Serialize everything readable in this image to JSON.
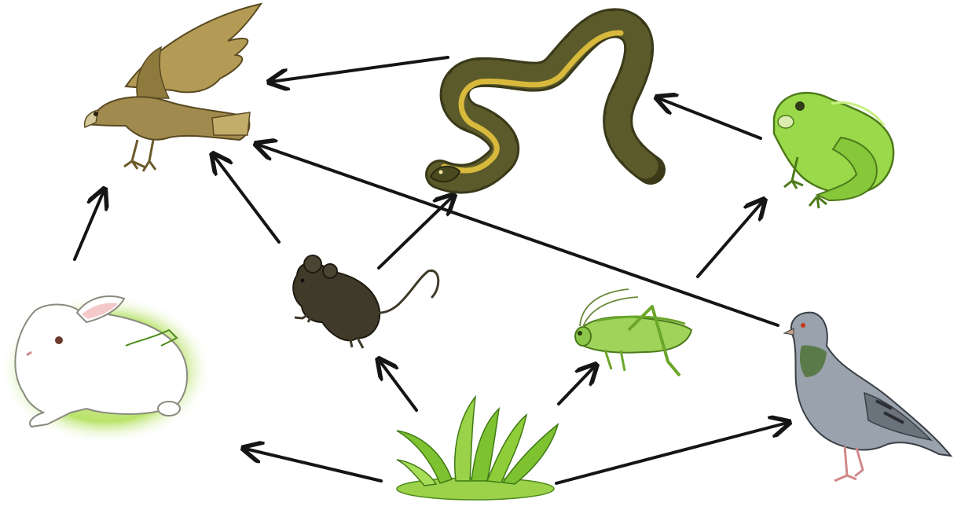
{
  "diagram": {
    "organisms": [
      {
        "id": "hawk",
        "icon": "hawk-icon"
      },
      {
        "id": "snake",
        "icon": "snake-icon"
      },
      {
        "id": "frog",
        "icon": "frog-icon"
      },
      {
        "id": "rabbit",
        "icon": "rabbit-icon"
      },
      {
        "id": "mouse",
        "icon": "mouse-icon"
      },
      {
        "id": "grasshopper",
        "icon": "grasshopper-icon"
      },
      {
        "id": "pigeon",
        "icon": "pigeon-icon"
      },
      {
        "id": "grass",
        "icon": "grass-icon"
      }
    ],
    "feeding_links": [
      {
        "from": "snake",
        "to": "hawk"
      },
      {
        "from": "frog",
        "to": "snake"
      },
      {
        "from": "rabbit",
        "to": "hawk"
      },
      {
        "from": "mouse",
        "to": "hawk"
      },
      {
        "from": "mouse",
        "to": "snake"
      },
      {
        "from": "pigeon",
        "to": "hawk"
      },
      {
        "from": "grasshopper",
        "to": "frog"
      },
      {
        "from": "grass",
        "to": "mouse"
      },
      {
        "from": "grass",
        "to": "grasshopper"
      },
      {
        "from": "grass",
        "to": "rabbit"
      },
      {
        "from": "grass",
        "to": "pigeon"
      }
    ],
    "colors": {
      "arrow": "#151515",
      "hawk": "#a08a4e",
      "snake": "#5b5a2a",
      "snake_belly": "#d8b93c",
      "frog": "#9ad94a",
      "mouse": "#3f3a2a",
      "grasshopper": "#9fd35a",
      "pigeon": "#9aa2ad",
      "grass": "#7ec231",
      "ground": "#9bd24a"
    }
  }
}
